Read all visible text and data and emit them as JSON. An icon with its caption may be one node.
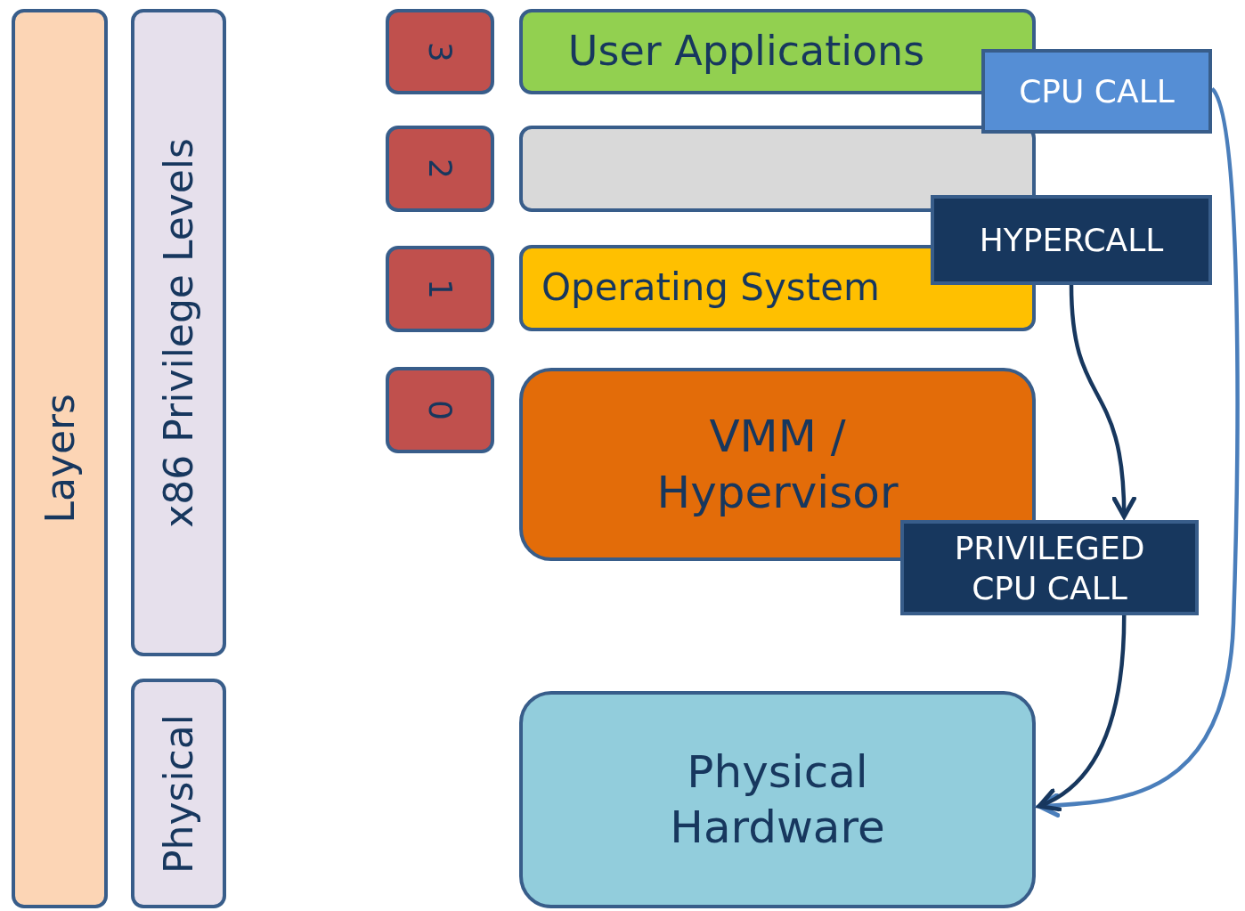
{
  "diagram": {
    "nodes": [
      {
        "text": [
          "Layers"
        ]
      },
      {
        "text": [
          "x86 Privilege Levels"
        ]
      },
      {
        "text": [
          "Physical"
        ]
      },
      {
        "text": [
          "3"
        ]
      },
      {
        "text": [
          "2"
        ]
      },
      {
        "text": [
          "1"
        ]
      },
      {
        "text": [
          "0"
        ]
      },
      {
        "text": [
          "User Applications"
        ]
      },
      {
        "text": [],
        "shape": "box"
      },
      {
        "text": [
          "Operating System"
        ]
      },
      {
        "text": [
          "VMM / Hypervisor"
        ]
      },
      {
        "text": [
          "Physical Hardware"
        ]
      },
      {
        "text": [
          "CPU CALL"
        ]
      },
      {
        "text": [
          "HYPERCALL"
        ]
      },
      {
        "text": [
          "PRIVILEGED CPU CALL"
        ]
      }
    ],
    "edges": [
      {
        "from": 12,
        "to": 11,
        "arrow": "to",
        "color": "#4a7ebb"
      },
      {
        "from": 13,
        "to": 14,
        "arrow": "to"
      },
      {
        "from": 14,
        "to": 11,
        "arrow": "to"
      }
    ]
  }
}
